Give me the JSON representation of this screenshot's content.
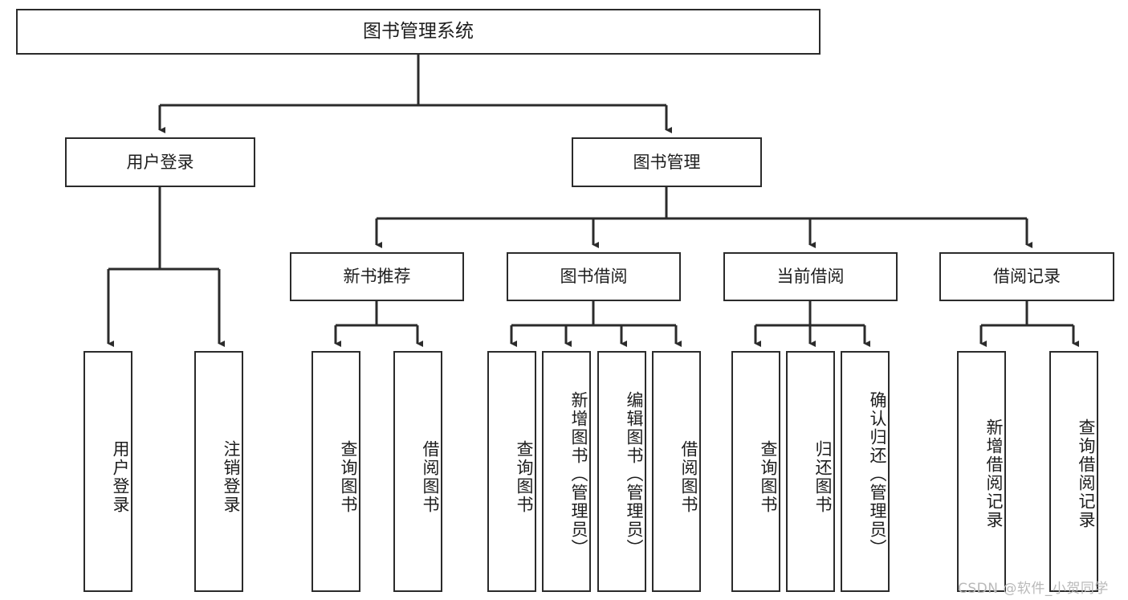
{
  "diagram": {
    "type": "tree-hierarchy",
    "title": "图书管理系统",
    "root": {
      "label": "图书管理系统"
    },
    "level2": [
      {
        "label": "用户登录"
      },
      {
        "label": "图书管理"
      }
    ],
    "level3": [
      {
        "label": "新书推荐",
        "parent": "图书管理"
      },
      {
        "label": "图书借阅",
        "parent": "图书管理"
      },
      {
        "label": "当前借阅",
        "parent": "图书管理"
      },
      {
        "label": "借阅记录",
        "parent": "图书管理"
      }
    ],
    "leaves": [
      {
        "label": "用户登录",
        "parent": "用户登录"
      },
      {
        "label": "注销登录",
        "parent": "用户登录"
      },
      {
        "label": "查询图书",
        "parent": "新书推荐"
      },
      {
        "label": "借阅图书",
        "parent": "新书推荐"
      },
      {
        "label": "查询图书",
        "parent": "图书借阅"
      },
      {
        "label": "新增图书（管理员）",
        "parent": "图书借阅"
      },
      {
        "label": "编辑图书（管理员）",
        "parent": "图书借阅"
      },
      {
        "label": "借阅图书",
        "parent": "图书借阅"
      },
      {
        "label": "查询图书",
        "parent": "当前借阅"
      },
      {
        "label": "归还图书",
        "parent": "当前借阅"
      },
      {
        "label": "确认归还（管理员）",
        "parent": "当前借阅"
      },
      {
        "label": "新增借阅记录",
        "parent": "借阅记录"
      },
      {
        "label": "查询借阅记录",
        "parent": "借阅记录"
      }
    ]
  },
  "watermark": {
    "text": "CSDN @软件_小贺同学"
  },
  "colors": {
    "stroke": "#2b2b2b",
    "box_fill": "#ffffff",
    "text": "#1d1d1d",
    "watermark": "#b9b9b9",
    "background": "#ffffff"
  }
}
